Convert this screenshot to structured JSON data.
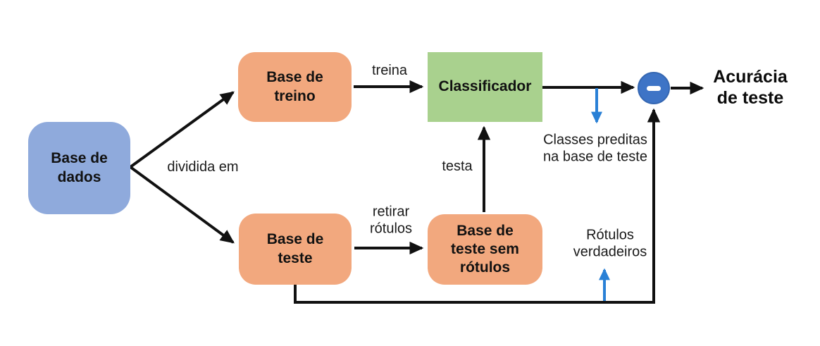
{
  "colors": {
    "node_database": "#8FAADC",
    "node_train_test": "#F2A87E",
    "node_classifier": "#A9D18E",
    "operator_circle": "#3E74C6",
    "arrow_main": "#111111",
    "arrow_accent": "#2980D6"
  },
  "nodes": {
    "base_dados": {
      "text": "Base de\ndados"
    },
    "base_treino": {
      "text": "Base de\ntreino"
    },
    "classificador": {
      "text": "Classificador"
    },
    "base_teste": {
      "text": "Base de\nteste"
    },
    "base_teste_sem_rotulos": {
      "text": "Base de\nteste sem\nrótulos"
    }
  },
  "edge_labels": {
    "dividida_em": "dividida em",
    "treina": "treina",
    "testa": "testa",
    "retirar_rotulos": "retirar\nrótulos",
    "classes_preditas": "Classes preditas\nna base de teste",
    "rotulos_verdadeiros": "Rótulos\nverdadeiros"
  },
  "operator": {
    "icon": "minus-icon",
    "symbol": "−"
  },
  "output": {
    "acuracia": "Acurácia\nde teste"
  }
}
